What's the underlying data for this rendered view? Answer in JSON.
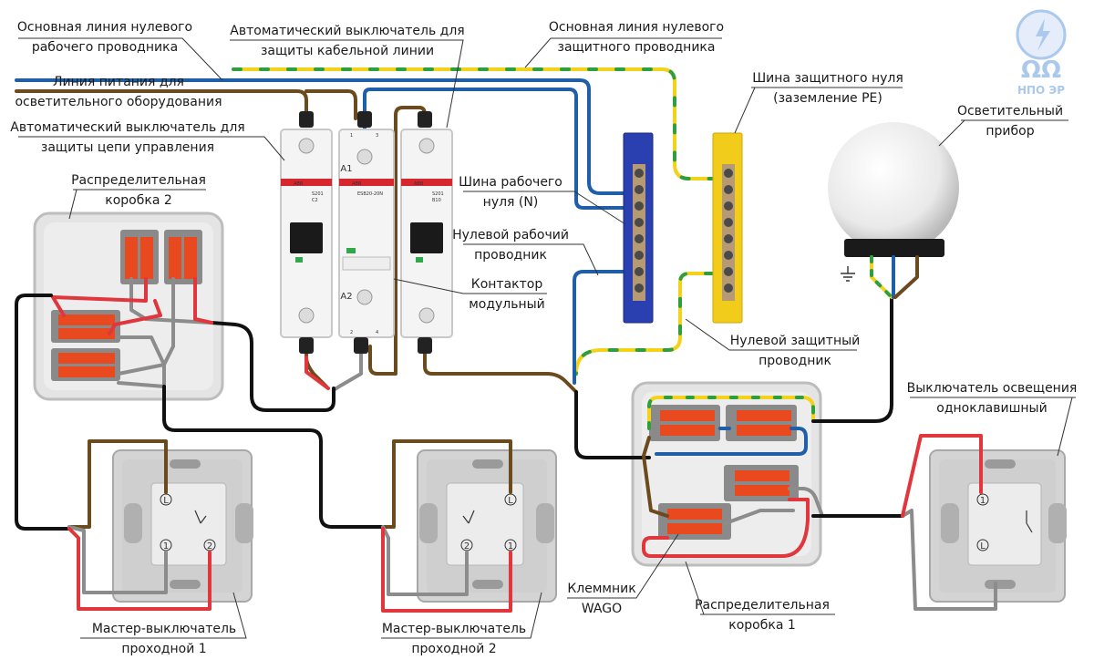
{
  "labels": {
    "neutral_main": [
      "Основная линия нулевого",
      "рабочего проводника"
    ],
    "breaker_cable": [
      "Автоматический выключатель для",
      "защиты кабельной линии"
    ],
    "pe_main": [
      "Основная линия нулевого",
      "защитного проводника"
    ],
    "power_line": [
      "Линия питания для",
      "осветительного оборудования"
    ],
    "breaker_control": [
      "Автоматический выключатель для",
      "защиты цепи управления"
    ],
    "box2": [
      "Распределительная",
      "коробка 2"
    ],
    "pe_bus": [
      "Шина защитного нуля",
      "(заземление PE)"
    ],
    "lamp": [
      "Осветительный",
      "прибор"
    ],
    "n_bus": [
      "Шина рабочего",
      "нуля (N)"
    ],
    "n_conductor": [
      "Нулевой рабочий",
      "проводник"
    ],
    "contactor": [
      "Контактор",
      "модульный"
    ],
    "pe_conductor": [
      "Нулевой защитный",
      "проводник"
    ],
    "light_switch": [
      "Выключатель освещения",
      "одноклавишный"
    ],
    "wago": [
      "Клеммник",
      "WAGO"
    ],
    "box1": [
      "Распределительная",
      "коробка 1"
    ],
    "master1": [
      "Мастер-выключатель",
      "проходной 1"
    ],
    "master2": [
      "Мастер-выключатель",
      "проходной 2"
    ]
  },
  "logo": {
    "text": "НПО ЭР"
  },
  "devices": {
    "breaker_left": {
      "brand": "ABB",
      "model": "S201",
      "rating": "C2"
    },
    "contactor": {
      "brand": "ABB",
      "model": "ESB20-20N",
      "terminals": [
        "1",
        "3",
        "A1",
        "A2",
        "2",
        "4"
      ]
    },
    "breaker_right": {
      "brand": "ABB",
      "model": "S201",
      "rating": "B10"
    }
  },
  "switch_marks": {
    "master1": [
      "L",
      "1",
      "2"
    ],
    "master2": [
      "L",
      "2",
      "1"
    ],
    "single": [
      "1",
      "L"
    ]
  },
  "colors": {
    "phase_brown": "#6b4a1d",
    "neutral_blue": "#1f5fa8",
    "pe_yellow": "#f2d21a",
    "pe_green": "#2e9e3e",
    "control_red": "#e0363c",
    "switched_black": "#111111",
    "return_gray": "#8c8c8c",
    "bus_blue": "#2a3fb0",
    "bus_yellow": "#f2cc1a",
    "wago_orange": "#e8491f"
  }
}
